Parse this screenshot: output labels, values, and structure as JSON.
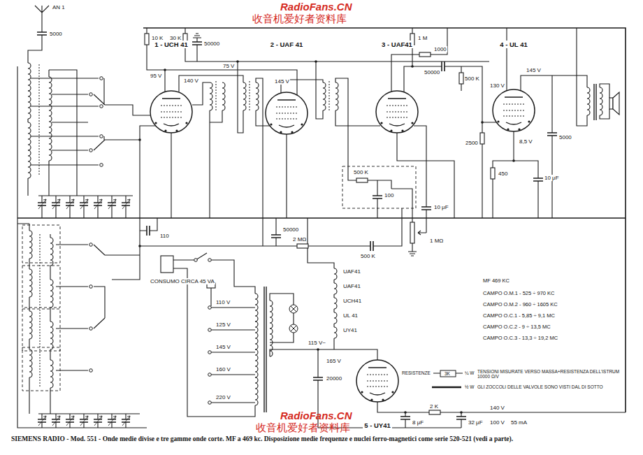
{
  "diagram": {
    "caption": "SIEMENS RADIO - Mod. 551 - Onde medie divise e tre gamme onde corte. MF a 469 kc. Disposizione medie frequenze e nuclei ferro-magnetici come serie 520-521 (vedi a parte).",
    "nodes": [
      {
        "text": [
          "1 - UCH 41"
        ]
      },
      {
        "text": [
          "2 - UAF 41"
        ]
      },
      {
        "text": [
          "3 - UAF41"
        ]
      },
      {
        "text": [
          "4 - UL 41"
        ]
      },
      {
        "text": [
          "5 - UY41"
        ]
      }
    ],
    "labels": [
      "AN 1",
      "5000",
      "10 K",
      "30 K",
      "50000",
      "95 V",
      "140 V",
      "75 V",
      "145 V",
      "1 M",
      "1000",
      "50000",
      "500 K",
      "145 V",
      "130 V",
      "8,5 V",
      "2500",
      "5000",
      "450",
      "10 μF",
      "500 K",
      "100",
      "10 μF",
      "1 MΩ",
      "500 K",
      "2 MΩ",
      "50000",
      "110",
      "CONSUMO CIRCA 45 VA",
      "110 V",
      "125 V",
      "145 V",
      "160 V",
      "220 V",
      "UAF41",
      "UAF41",
      "UCH41",
      "UL 41",
      "UY41",
      "115 V~",
      "165 V",
      "20000",
      "8 μF",
      "2 K",
      "32 μF",
      "140 V",
      "100 V",
      "55 mA",
      "MF 469 KC",
      "CAMPO O.M.1 - 525 ÷ 970 KC",
      "CAMPO O.M.2 - 960 ÷ 1605 KC",
      "CAMPO O.C.1 - 5,85 ÷ 9,1 MC",
      "CAMPO O.C.2 - 9 ÷ 13,5 MC",
      "CAMPO O.C.3 - 13,3 ÷ 19,2 MC",
      "RESISTENZE",
      "3K",
      "¼ W",
      "TENSIONI MISURATE VERSO MASSA+RESISTENZA DELL'ISTRUM 10000 Ω/V",
      "½ W",
      "GLI ZOCCOLI DELLE VALVOLE SONO VISTI DAL DI SOTTO",
      "RadioFans.CN",
      "收音机爱好者资料库",
      "RadioFans.CN",
      "收音机爱好者资料库"
    ]
  }
}
